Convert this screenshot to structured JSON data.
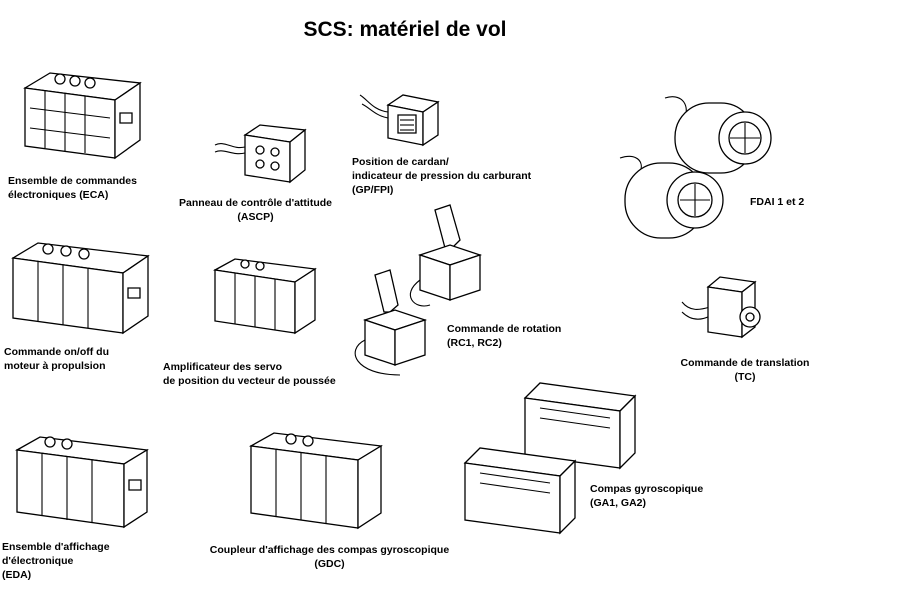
{
  "title": "SCS: matériel de vol",
  "items": {
    "eca": {
      "icon": "electronics-box-icon",
      "lines": [
        "Ensemble de commandes",
        "électroniques (ECA)"
      ]
    },
    "ascp": {
      "icon": "control-panel-icon",
      "lines": [
        "Panneau de contrôle d'attitude",
        "(ASCP)"
      ]
    },
    "gpfpi": {
      "icon": "indicator-gauge-icon",
      "lines": [
        "Position de cardan/",
        "indicateur de pression du carburant",
        "(GP/FPI)"
      ]
    },
    "fdai": {
      "icon": "attitude-ball-icon",
      "lines": [
        "FDAI 1 et 2"
      ]
    },
    "onoff": {
      "icon": "electronics-box-icon",
      "lines": [
        "Commande on/off du",
        "moteur à propulsion"
      ]
    },
    "tvsa": {
      "icon": "electronics-box-icon",
      "lines": [
        "Amplificateur des servo",
        "de position du vecteur de poussée"
      ]
    },
    "rc": {
      "icon": "joystick-icon",
      "lines": [
        "Commande de rotation",
        "(RC1, RC2)"
      ]
    },
    "tc": {
      "icon": "translation-handle-icon",
      "lines": [
        "Commande de translation",
        "(TC)"
      ]
    },
    "eda": {
      "icon": "electronics-box-icon",
      "lines": [
        "Ensemble d'affichage",
        "d'électronique",
        "(EDA)"
      ]
    },
    "gdc": {
      "icon": "electronics-box-icon",
      "lines": [
        "Coupleur d'affichage des compas gyroscopique",
        "(GDC)"
      ]
    },
    "ga": {
      "icon": "gyro-package-icon",
      "lines": [
        "Compas gyroscopique",
        "(GA1, GA2)"
      ]
    }
  }
}
